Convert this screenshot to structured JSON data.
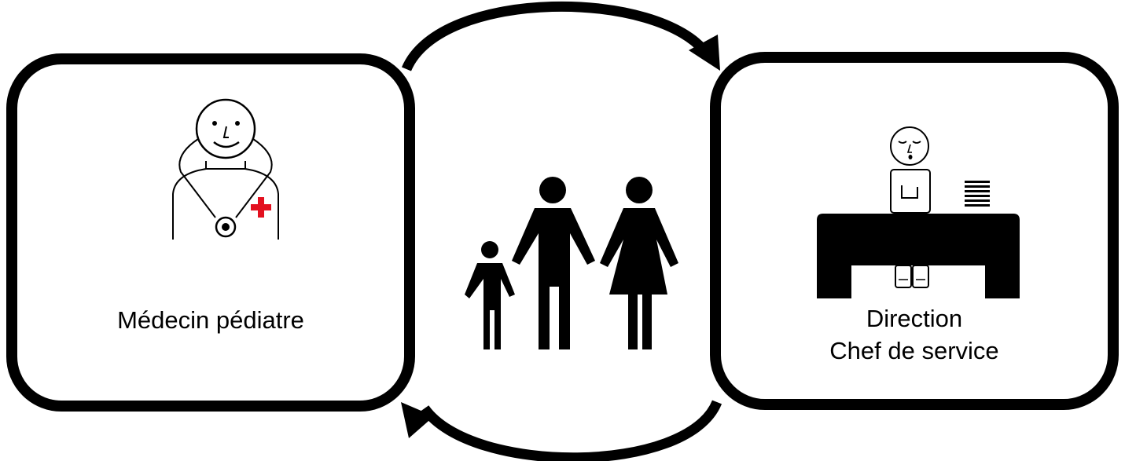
{
  "diagram": {
    "left_box": {
      "label": "Médecin pédiatre",
      "icon": "doctor-with-stethoscope-icon"
    },
    "center": {
      "icon": "family-icon"
    },
    "right_box": {
      "label_line1": "Direction",
      "label_line2": "Chef de service",
      "icon": "director-at-desk-icon"
    },
    "arrows": {
      "top": "curved-arrow-left-to-right",
      "bottom": "curved-arrow-right-to-left"
    },
    "colors": {
      "border": "#000000",
      "cross": "#e3101f",
      "background": "#ffffff"
    }
  }
}
